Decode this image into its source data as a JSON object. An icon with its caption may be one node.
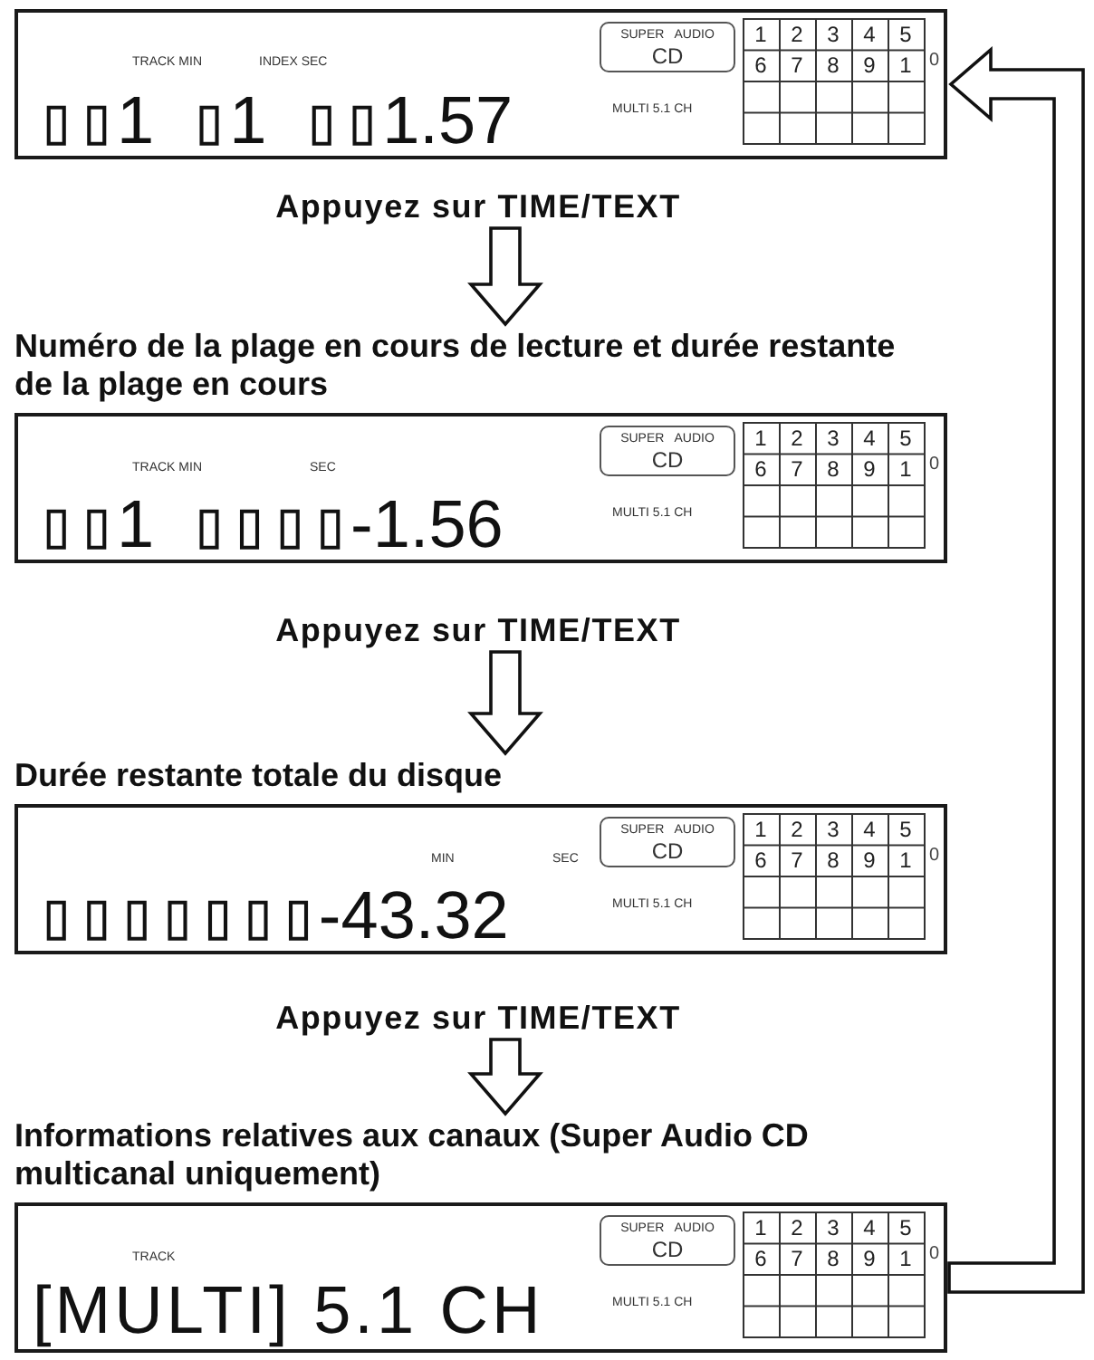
{
  "diagram": {
    "nodes": [
      {
        "text": [
          "TRACK MIN",
          "INDEX SEC",
          "▯▯1 ▯1 ▯▯1.57",
          "MULTI 5.1 CH"
        ]
      },
      {
        "text": [
          "SUPER AUDIO",
          "CD"
        ],
        "in": 0
      },
      {
        "text": [
          "Appuyez sur TIME/TEXT"
        ]
      },
      {
        "text": [
          "Numéro de la plage en cours de lecture et durée restante de la plage en cours",
          "TRACK MIN",
          "SEC",
          "▯▯1 ▯▯▯▯-1.56",
          "MULTI 5.1 CH"
        ]
      },
      {
        "text": [
          "SUPER AUDIO",
          "CD"
        ],
        "in": 3
      },
      {
        "text": [
          "Appuyez sur TIME/TEXT"
        ]
      },
      {
        "text": [
          "Durée restante totale du disque",
          "MIN",
          "SEC",
          "▯▯▯▯▯▯▯-43.32",
          "MULTI 5.1 CH"
        ]
      },
      {
        "text": [
          "SUPER AUDIO",
          "CD"
        ],
        "in": 6
      },
      {
        "text": [
          "Appuyez sur TIME/TEXT"
        ]
      },
      {
        "text": [
          "Informations relatives aux canaux (Super Audio CD multicanal uniquement)",
          "TRACK",
          "[MULTI] 5.1 CH",
          "MULTI 5.1 CH"
        ]
      },
      {
        "text": [
          "SUPER AUDIO",
          "CD"
        ],
        "in": 9
      }
    ],
    "edges": [
      {
        "from": 2,
        "to": 3,
        "arrow": "to"
      },
      {
        "from": 5,
        "to": 6,
        "arrow": "to"
      },
      {
        "from": 8,
        "to": 9,
        "arrow": "to"
      },
      {
        "from": 9,
        "to": 0,
        "arrow": "to"
      }
    ],
    "labels": [
      "1",
      "2",
      "3",
      "4",
      "5",
      "6",
      "7",
      "8",
      "9",
      "1",
      "0",
      "1",
      "2",
      "3",
      "4",
      "5",
      "6",
      "7",
      "8",
      "9",
      "1",
      "0",
      "1",
      "2",
      "3",
      "4",
      "5",
      "6",
      "7",
      "8",
      "9",
      "1",
      "0",
      "1",
      "2",
      "3",
      "4",
      "5",
      "6",
      "7",
      "8",
      "9",
      "1",
      "0"
    ]
  }
}
